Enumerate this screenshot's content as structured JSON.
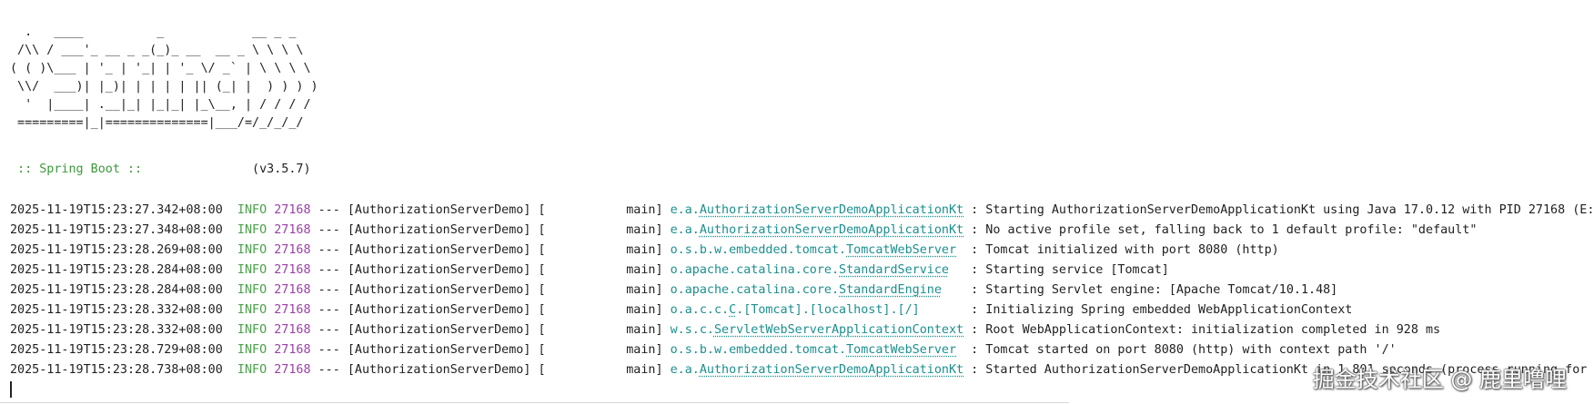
{
  "banner": [
    "  .   ____          _            __ _ _",
    " /\\\\ / ___'_ __ _ _(_)_ __  __ _ \\ \\ \\ \\",
    "( ( )\\___ | '_ | '_| | '_ \\/ _` | \\ \\ \\ \\",
    " \\\\/  ___)| |_)| | | | | || (_| |  ) ) ) )",
    "  '  |____| .__|_| |_|_| |_\\__, | / / / /",
    " =========|_|==============|___/=/_/_/_/"
  ],
  "spring_label": " :: Spring Boot :: ",
  "version": "              (v3.5.7)",
  "logs": [
    {
      "ts": "2025-11-19T15:23:27.342+08:00",
      "level": "INFO",
      "pid": "27168",
      "sep": " --- ",
      "app": "[AuthorizationServerDemo]",
      "thread": " [           main] ",
      "logger_pkg": "e.a.",
      "logger_cls": "AuthorizationServerDemoApplicationKt",
      "pad": " ",
      "msg": ": Starting AuthorizationServerDemoApplicationKt using Java 17.0.12 with PID 27168 (E:"
    },
    {
      "ts": "2025-11-19T15:23:27.348+08:00",
      "level": "INFO",
      "pid": "27168",
      "sep": " --- ",
      "app": "[AuthorizationServerDemo]",
      "thread": " [           main] ",
      "logger_pkg": "e.a.",
      "logger_cls": "AuthorizationServerDemoApplicationKt",
      "pad": " ",
      "msg": ": No active profile set, falling back to 1 default profile: \"default\""
    },
    {
      "ts": "2025-11-19T15:23:28.269+08:00",
      "level": "INFO",
      "pid": "27168",
      "sep": " --- ",
      "app": "[AuthorizationServerDemo]",
      "thread": " [           main] ",
      "logger_pkg": "o.s.b.w.embedded.tomcat.",
      "logger_cls": "TomcatWebServer",
      "pad": "  ",
      "msg": ": Tomcat initialized with port 8080 (http)"
    },
    {
      "ts": "2025-11-19T15:23:28.284+08:00",
      "level": "INFO",
      "pid": "27168",
      "sep": " --- ",
      "app": "[AuthorizationServerDemo]",
      "thread": " [           main] ",
      "logger_pkg": "o.apache.catalina.core.",
      "logger_cls": "StandardService",
      "pad": "   ",
      "msg": ": Starting service [Tomcat]"
    },
    {
      "ts": "2025-11-19T15:23:28.284+08:00",
      "level": "INFO",
      "pid": "27168",
      "sep": " --- ",
      "app": "[AuthorizationServerDemo]",
      "thread": " [           main] ",
      "logger_pkg": "o.apache.catalina.core.",
      "logger_cls": "StandardEngine",
      "pad": "    ",
      "msg": ": Starting Servlet engine: [Apache Tomcat/10.1.48]"
    },
    {
      "ts": "2025-11-19T15:23:28.332+08:00",
      "level": "INFO",
      "pid": "27168",
      "sep": " --- ",
      "app": "[AuthorizationServerDemo]",
      "thread": " [           main] ",
      "logger_pkg": "o.a.c.c.",
      "logger_cls": "C",
      "logger_tail": ".[Tomcat].[localhost].[/]",
      "pad": "       ",
      "msg": ": Initializing Spring embedded WebApplicationContext"
    },
    {
      "ts": "2025-11-19T15:23:28.332+08:00",
      "level": "INFO",
      "pid": "27168",
      "sep": " --- ",
      "app": "[AuthorizationServerDemo]",
      "thread": " [           main] ",
      "logger_pkg": "w.s.c.",
      "logger_cls": "ServletWebServerApplicationContext",
      "pad": " ",
      "msg": ": Root WebApplicationContext: initialization completed in 928 ms"
    },
    {
      "ts": "2025-11-19T15:23:28.729+08:00",
      "level": "INFO",
      "pid": "27168",
      "sep": " --- ",
      "app": "[AuthorizationServerDemo]",
      "thread": " [           main] ",
      "logger_pkg": "o.s.b.w.embedded.tomcat.",
      "logger_cls": "TomcatWebServer",
      "pad": "  ",
      "msg": ": Tomcat started on port 8080 (http) with context path '/'"
    },
    {
      "ts": "2025-11-19T15:23:28.738+08:00",
      "level": "INFO",
      "pid": "27168",
      "sep": " --- ",
      "app": "[AuthorizationServerDemo]",
      "thread": " [           main] ",
      "logger_pkg": "e.a.",
      "logger_cls": "AuthorizationServerDemoApplicationKt",
      "pad": " ",
      "msg": ": Started AuthorizationServerDemoApplicationKt in 1.801 seconds (process running for"
    }
  ],
  "watermark": "掘金技术社区 @ 鹿里噜哩",
  "colors": {
    "info": "#4aa14a",
    "pid": "#9b3fa8",
    "logger": "#1c8f8f",
    "spring_label": "#3c9a3c",
    "text": "#1f1f1f"
  }
}
